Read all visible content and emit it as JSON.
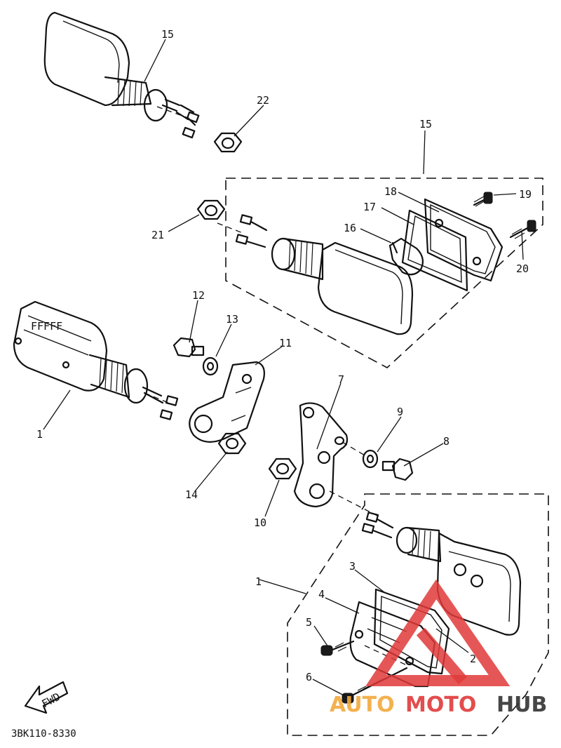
{
  "diagram": {
    "part_labels": {
      "p15_top": "15",
      "p22": "22",
      "p15_right": "15",
      "p18": "18",
      "p19": "19",
      "p17": "17",
      "p16": "16",
      "p20": "20",
      "p21": "21",
      "p12": "12",
      "p13": "13",
      "p11": "11",
      "p1_left": "1",
      "p14": "14",
      "p7": "7",
      "p9": "9",
      "p8": "8",
      "p10": "10",
      "p1_right": "1",
      "p3": "3",
      "p4": "4",
      "p5": "5",
      "p6": "6",
      "p2": "2"
    },
    "fwd_arrow": "FWD",
    "drawing_code": "3BK110-8330"
  },
  "watermark": {
    "part1": "AUTO",
    "part2": "MOTO",
    "part3": "HUB",
    "colors": {
      "orange": "#f2a93b",
      "red": "#e03a3a",
      "dark": "#333333"
    }
  }
}
